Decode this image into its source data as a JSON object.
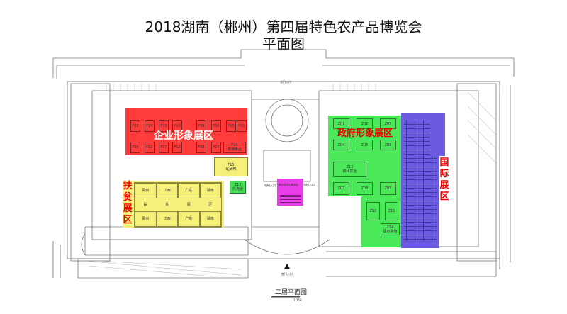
{
  "title": {
    "line1": "2018湖南（郴州）第四届特色农产品博览会",
    "line2": "平面图"
  },
  "zones": {
    "enterprise": {
      "label": "企业形象展区",
      "color": "#ff3b3b",
      "booths_top": [
        "F02",
        "F14",
        "F13",
        "F10",
        "F09",
        "F06",
        "F03",
        "F01"
      ],
      "booths_bottom": [
        "F05",
        "F11",
        "F07",
        "F12",
        "F08",
        "F04"
      ],
      "special": {
        "code": "F16",
        "name": "郴湘食品"
      }
    },
    "f15": {
      "code": "F15",
      "name": "临武鸭",
      "color": "#f5f07a"
    },
    "z13": {
      "code": "Z13",
      "name": "托克逊",
      "color": "#44dd55"
    },
    "poverty": {
      "label": "扶贫展区",
      "color": "#f5f07a",
      "row1": [
        "贵州",
        "江西",
        "广东",
        "湖南"
      ],
      "row2": [
        "扶",
        "贫",
        "展",
        "区"
      ],
      "row3": [
        "贵州",
        "江西",
        "广东",
        "湖南"
      ]
    },
    "government": {
      "label": "政府形象展区",
      "color": "#4be85a",
      "row1": [
        "Z01",
        "Z02",
        "Z03"
      ],
      "row2": [
        "Z04",
        "Z05",
        "Z06"
      ],
      "special": {
        "code": "Z12",
        "name": "郴州农业"
      },
      "row3": [
        "Z07",
        "Z08",
        "Z09"
      ],
      "row4": [
        "Z10",
        "Z11"
      ],
      "bottom": {
        "code": "Z14",
        "name": "团省委馆"
      }
    },
    "international": {
      "label": "国际展区",
      "color": "#6a5be0"
    },
    "center": {
      "label": "郴州名特优展销区",
      "color": "#e83ee8",
      "left_entry": "电梯入口",
      "right_entry": "电梯入口"
    }
  },
  "entrances": {
    "top": "北门入口",
    "bottom": "南门入口"
  },
  "footer": {
    "caption": "二层平面图",
    "scale": "1:250"
  }
}
